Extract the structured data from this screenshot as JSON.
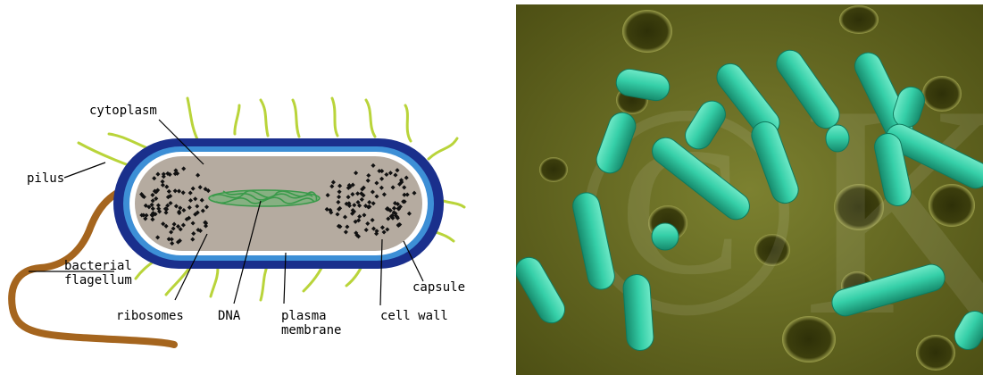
{
  "diagram": {
    "labels": {
      "cytoplasm": "cytoplasm",
      "pilus": "pilus",
      "flagellum_line1": "bacterial",
      "flagellum_line2": "flagellum",
      "ribosomes": "ribosomes",
      "dna": "DNA",
      "plasma_line1": "plasma",
      "plasma_line2": "membrane",
      "capsule": "capsule",
      "cell_wall": "cell wall"
    },
    "colors": {
      "capsule": "#1a2f8c",
      "cell_wall": "#3d8fd6",
      "membrane": "#ffffff",
      "cytoplasm": "#b5aba0",
      "dna": "#3a9a4a",
      "ribosome": "#111111",
      "pili": "#b9d43a",
      "flagellum": "#a5651e"
    }
  },
  "micrograph": {
    "watermark": "©K",
    "colors": {
      "background": "#6d7022",
      "bacteria": "#33cfa8",
      "bacteria_edge": "#0f7a5e"
    }
  }
}
